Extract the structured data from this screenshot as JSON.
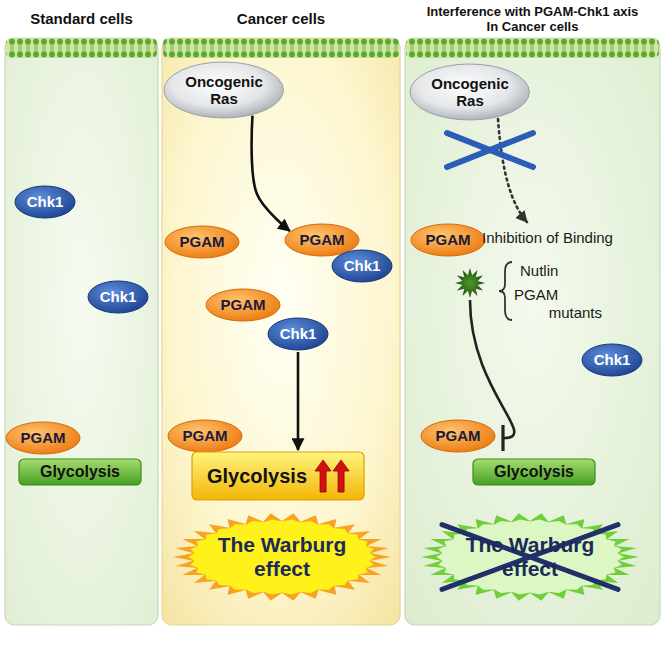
{
  "diagram": {
    "nodes": [
      {
        "text": [
          "Standard cells"
        ]
      },
      {
        "text": [
          "Chk1"
        ],
        "in": 0
      },
      {
        "text": [
          "Chk1"
        ],
        "in": 0
      },
      {
        "text": [
          "PGAM"
        ],
        "in": 0
      },
      {
        "text": [
          "Glycolysis"
        ],
        "in": 0
      },
      {
        "text": [
          "Cancer cells"
        ]
      },
      {
        "text": [
          "Oncogenic Ras"
        ],
        "in": 5
      },
      {
        "text": [
          "PGAM"
        ],
        "in": 5
      },
      {
        "text": [
          "PGAM"
        ],
        "in": 5
      },
      {
        "text": [
          "Chk1"
        ],
        "in": 5
      },
      {
        "text": [
          "PGAM"
        ],
        "in": 5
      },
      {
        "text": [
          "Chk1"
        ],
        "in": 5
      },
      {
        "text": [
          "PGAM"
        ],
        "in": 5
      },
      {
        "text": [
          "Glycolysis"
        ],
        "in": 5
      },
      {
        "text": [
          "The Warburg effect"
        ],
        "in": 5
      },
      {
        "text": [
          "Interference with PGAM-Chk1 axis In Cancer cells"
        ]
      },
      {
        "text": [
          "Oncogenic Ras"
        ],
        "in": 15
      },
      {
        "text": [
          "PGAM"
        ],
        "in": 15
      },
      {
        "text": [
          "Chk1"
        ],
        "in": 15
      },
      {
        "text": [
          "PGAM"
        ],
        "in": 15
      },
      {
        "text": [
          "Glycolysis"
        ],
        "in": 15
      },
      {
        "text": [
          "The Warburg effect"
        ],
        "in": 15
      }
    ],
    "edges": [
      {
        "from": 6,
        "to": 8,
        "arrow": "to"
      },
      {
        "from": 11,
        "to": 13,
        "arrow": "to"
      }
    ],
    "labels": [
      "Inhibition of Binding",
      "Nutlin",
      "PGAM mutants"
    ]
  }
}
